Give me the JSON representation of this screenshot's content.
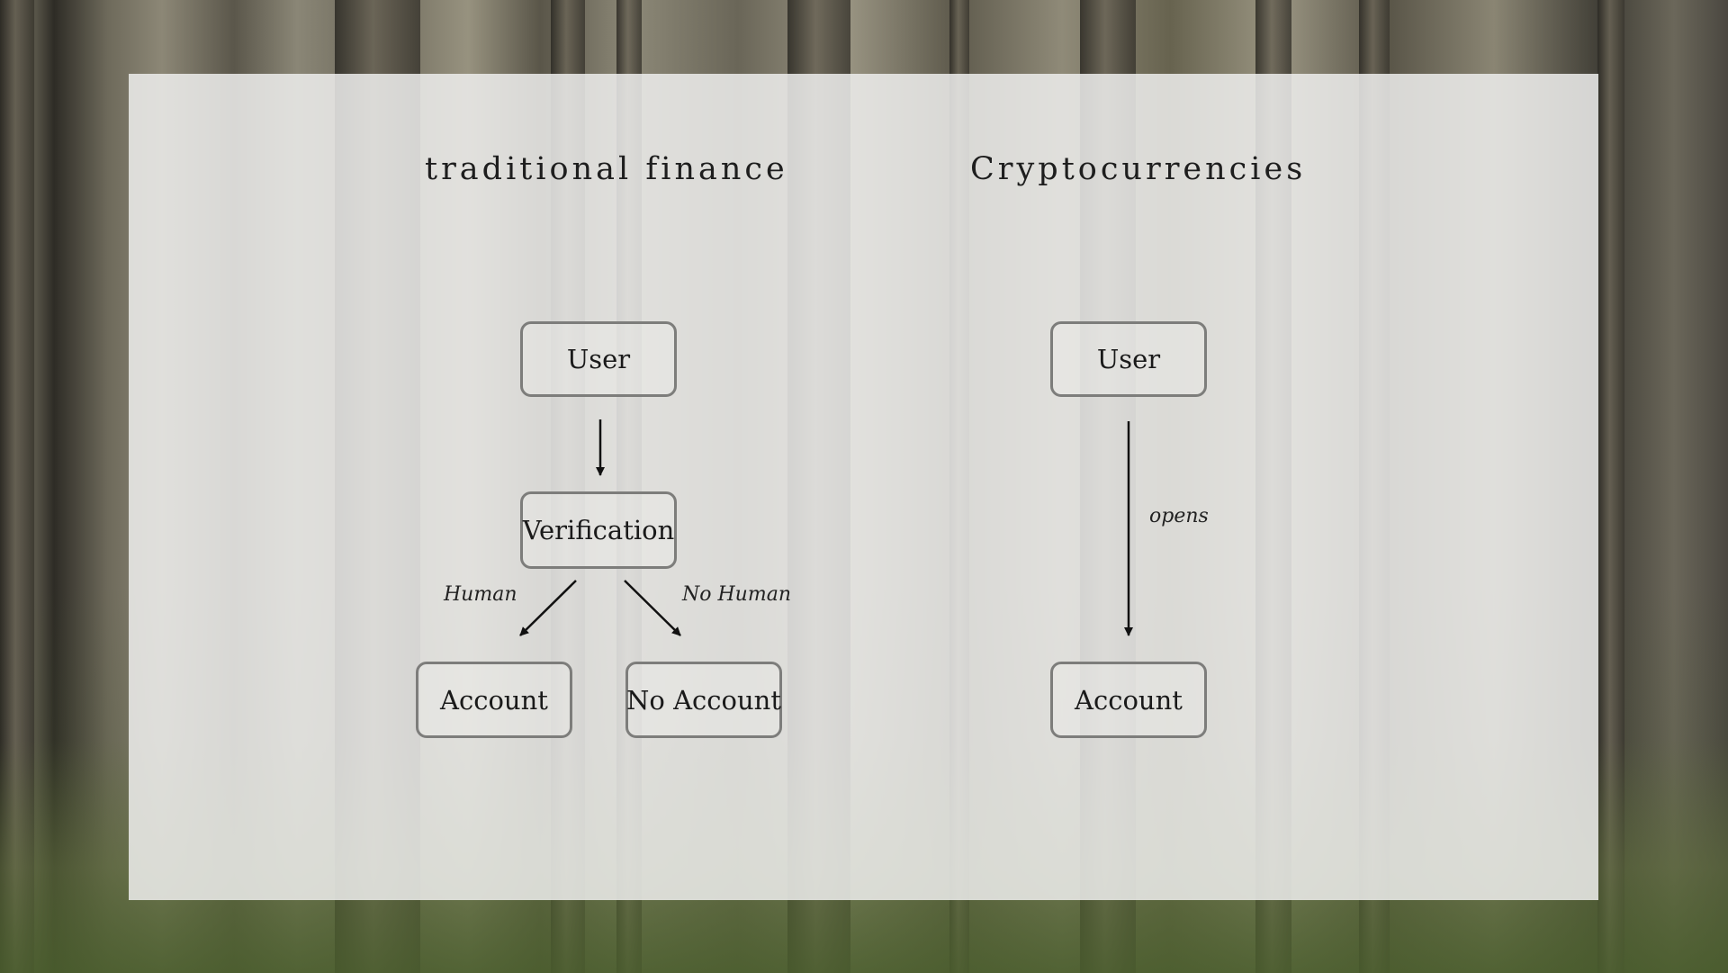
{
  "left": {
    "title": "traditional finance",
    "user": "User",
    "verification": "Verification",
    "account": "Account",
    "no_account": "No Account",
    "label_human": "Human",
    "label_no_human": "No Human"
  },
  "right": {
    "title": "Cryptocurrencies",
    "user": "User",
    "account": "Account",
    "label_opens": "opens"
  }
}
